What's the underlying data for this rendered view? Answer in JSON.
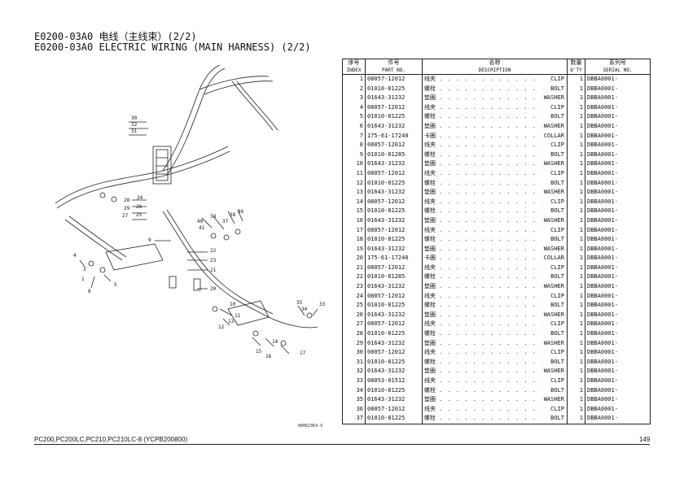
{
  "title": {
    "line1": "E0200-03A0 电线（主线束）(2/2)",
    "line2": "E0200-03A0 ELECTRIC WIRING (MAIN HARNESS) (2/2)"
  },
  "diagram": {
    "drawing_number": "00062363-V",
    "callouts": [
      "30",
      "32",
      "31",
      "28",
      "24",
      "29",
      "26",
      "27",
      "25",
      "9",
      "4",
      "3",
      "8",
      "1",
      "5",
      "40",
      "41",
      "39",
      "38",
      "37",
      "36",
      "22",
      "23",
      "21",
      "20",
      "10",
      "11",
      "12",
      "13",
      "35",
      "34",
      "33",
      "14",
      "15",
      "16",
      "17"
    ]
  },
  "table": {
    "headers": {
      "index_cn": "序号",
      "index_en": "INDEX",
      "part_cn": "件号",
      "part_en": "PART NO.",
      "desc_cn": "名称",
      "desc_en": "DESCRIPTION",
      "qty_cn": "数量",
      "qty_en": "Q'TY",
      "serial_cn": "系列号",
      "serial_en": "SERIAL NO."
    },
    "rows": [
      {
        "index": "1",
        "part": "08057-12012",
        "cn": "线夹",
        "en": "CLIP",
        "qty": "1",
        "serial": "DBBA0001-"
      },
      {
        "index": "2",
        "part": "01010-81225",
        "cn": "螺栓",
        "en": "BOLT",
        "qty": "1",
        "serial": "DBBA0001-"
      },
      {
        "index": "3",
        "part": "01643-31232",
        "cn": "垫圈",
        "en": "WASHER",
        "qty": "1",
        "serial": "DBBA0001-"
      },
      {
        "index": "4",
        "part": "08057-12012",
        "cn": "线夹",
        "en": "CLIP",
        "qty": "1",
        "serial": "DBBA0001-"
      },
      {
        "index": "5",
        "part": "01010-81225",
        "cn": "螺栓",
        "en": "BOLT",
        "qty": "1",
        "serial": "DBBA0001-"
      },
      {
        "index": "6",
        "part": "01643-31232",
        "cn": "垫圈",
        "en": "WASHER",
        "qty": "1",
        "serial": "DBBA0001-"
      },
      {
        "index": "7",
        "part": "175-61-17240",
        "cn": "卡圈",
        "en": "COLLAR",
        "qty": "1",
        "serial": "DBBA0001-"
      },
      {
        "index": "8",
        "part": "08057-12012",
        "cn": "线夹",
        "en": "CLIP",
        "qty": "1",
        "serial": "DBBA0001-"
      },
      {
        "index": "9",
        "part": "01010-81285",
        "cn": "螺栓",
        "en": "BOLT",
        "qty": "1",
        "serial": "DBBA0001-"
      },
      {
        "index": "10",
        "part": "01643-31232",
        "cn": "垫圈",
        "en": "WASHER",
        "qty": "1",
        "serial": "DBBA0001-"
      },
      {
        "index": "11",
        "part": "08057-12012",
        "cn": "线夹",
        "en": "CLIP",
        "qty": "1",
        "serial": "DBBA0001-"
      },
      {
        "index": "12",
        "part": "01010-81225",
        "cn": "螺栓",
        "en": "BOLT",
        "qty": "1",
        "serial": "DBBA0001-"
      },
      {
        "index": "13",
        "part": "01643-31232",
        "cn": "垫圈",
        "en": "WASHER",
        "qty": "1",
        "serial": "DBBA0001-"
      },
      {
        "index": "14",
        "part": "08057-12012",
        "cn": "线夹",
        "en": "CLIP",
        "qty": "1",
        "serial": "DBBA0001-"
      },
      {
        "index": "15",
        "part": "01010-81225",
        "cn": "螺栓",
        "en": "BOLT",
        "qty": "1",
        "serial": "DBBA0001-"
      },
      {
        "index": "16",
        "part": "01643-31232",
        "cn": "垫圈",
        "en": "WASHER",
        "qty": "1",
        "serial": "DBBA0001-"
      },
      {
        "index": "17",
        "part": "08057-12012",
        "cn": "线夹",
        "en": "CLIP",
        "qty": "1",
        "serial": "DBBA0001-"
      },
      {
        "index": "18",
        "part": "01010-81225",
        "cn": "螺栓",
        "en": "BOLT",
        "qty": "1",
        "serial": "DBBA0001-"
      },
      {
        "index": "19",
        "part": "01643-31232",
        "cn": "垫圈",
        "en": "WASHER",
        "qty": "1",
        "serial": "DBBA0001-"
      },
      {
        "index": "20",
        "part": "175-61-17240",
        "cn": "卡圈",
        "en": "COLLAR",
        "qty": "1",
        "serial": "DBBA0001-"
      },
      {
        "index": "21",
        "part": "08057-12012",
        "cn": "线夹",
        "en": "CLIP",
        "qty": "1",
        "serial": "DBBA0001-"
      },
      {
        "index": "22",
        "part": "01010-81285",
        "cn": "螺栓",
        "en": "BOLT",
        "qty": "1",
        "serial": "DBBA0001-"
      },
      {
        "index": "23",
        "part": "01643-31232",
        "cn": "垫圈",
        "en": "WASHER",
        "qty": "1",
        "serial": "DBBA0001-"
      },
      {
        "index": "24",
        "part": "08057-12012",
        "cn": "线夹",
        "en": "CLIP",
        "qty": "1",
        "serial": "DBBA0001-"
      },
      {
        "index": "25",
        "part": "01010-81225",
        "cn": "螺栓",
        "en": "BOLT",
        "qty": "1",
        "serial": "DBBA0001-"
      },
      {
        "index": "26",
        "part": "01643-31232",
        "cn": "垫圈",
        "en": "WASHER",
        "qty": "1",
        "serial": "DBBA0001-"
      },
      {
        "index": "27",
        "part": "08057-12012",
        "cn": "线夹",
        "en": "CLIP",
        "qty": "1",
        "serial": "DBBA0001-"
      },
      {
        "index": "28",
        "part": "01010-81225",
        "cn": "螺栓",
        "en": "BOLT",
        "qty": "1",
        "serial": "DBBA0001-"
      },
      {
        "index": "29",
        "part": "01643-31232",
        "cn": "垫圈",
        "en": "WASHER",
        "qty": "1",
        "serial": "DBBA0001-"
      },
      {
        "index": "30",
        "part": "08057-12012",
        "cn": "线夹",
        "en": "CLIP",
        "qty": "1",
        "serial": "DBBA0001-"
      },
      {
        "index": "31",
        "part": "01010-81225",
        "cn": "螺栓",
        "en": "BOLT",
        "qty": "1",
        "serial": "DBBA0001-"
      },
      {
        "index": "32",
        "part": "01643-31232",
        "cn": "垫圈",
        "en": "WASHER",
        "qty": "1",
        "serial": "DBBA0001-"
      },
      {
        "index": "33",
        "part": "08053-01512",
        "cn": "线夹",
        "en": "CLIP",
        "qty": "1",
        "serial": "DBBA0001-"
      },
      {
        "index": "34",
        "part": "01010-81225",
        "cn": "螺栓",
        "en": "BOLT",
        "qty": "1",
        "serial": "DBBA0001-"
      },
      {
        "index": "35",
        "part": "01643-31232",
        "cn": "垫圈",
        "en": "WASHER",
        "qty": "1",
        "serial": "DBBA0001-"
      },
      {
        "index": "36",
        "part": "08057-12012",
        "cn": "线夹",
        "en": "CLIP",
        "qty": "1",
        "serial": "DBBA0001-"
      },
      {
        "index": "37",
        "part": "01010-81225",
        "cn": "螺栓",
        "en": "BOLT",
        "qty": "1",
        "serial": "DBBA0001-"
      }
    ]
  },
  "footer": {
    "models": "PC200,PC200LC,PC210,PC210LC-8 (YCPB200800)",
    "page_number": "149"
  }
}
